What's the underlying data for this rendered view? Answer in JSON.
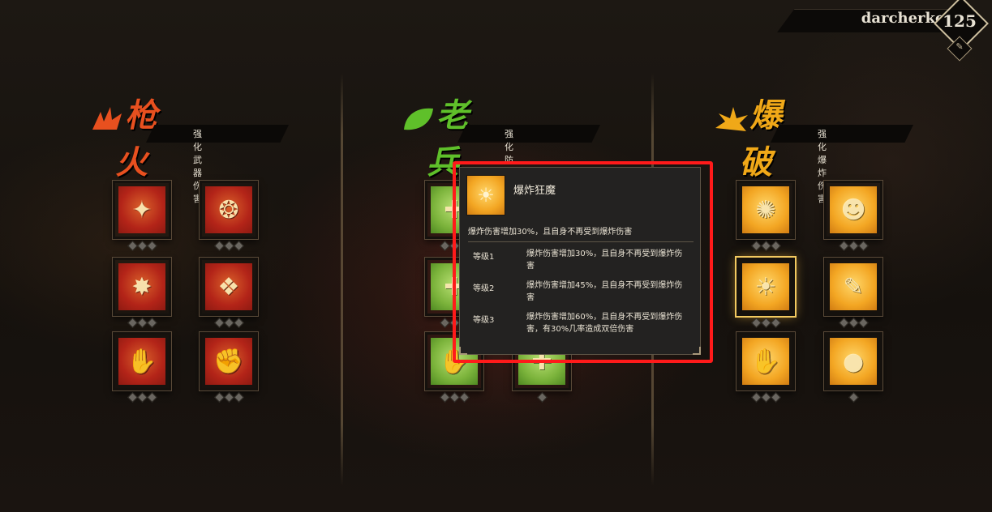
{
  "player": {
    "name": "darcherko",
    "level": "125",
    "badge_icon": "edit-icon"
  },
  "columns": [
    {
      "title": "枪火",
      "subtitle": "强化武器伤害",
      "accent": "#e8501f",
      "emblem_icon": "flame-icon",
      "skills": [
        {
          "icon": "dual-pistols-icon",
          "glyph": "✦",
          "pips_on": 0,
          "pips_total": 3
        },
        {
          "icon": "revolver-cylinder-icon",
          "glyph": "❂",
          "pips_on": 0,
          "pips_total": 3
        },
        {
          "icon": "burst-shot-icon",
          "glyph": "✸",
          "pips_on": 0,
          "pips_total": 3
        },
        {
          "icon": "ammo-belt-icon",
          "glyph": "❖",
          "pips_on": 0,
          "pips_total": 3
        },
        {
          "icon": "reload-hand-icon",
          "glyph": "✋",
          "pips_on": 0,
          "pips_total": 3
        },
        {
          "icon": "punch-fist-icon",
          "glyph": "✊",
          "pips_on": 0,
          "pips_total": 3
        }
      ]
    },
    {
      "title": "老兵",
      "subtitle": "强化防御属性",
      "accent": "#5fc02a",
      "emblem_icon": "leaf-icon",
      "skills": [
        {
          "icon": "shield-arm-icon",
          "glyph": "✚",
          "pips_on": 0,
          "pips_total": 3
        },
        {
          "icon": "hidden-icon",
          "glyph": "✚",
          "pips_on": 0,
          "pips_total": 1
        },
        {
          "icon": "armor-icon",
          "glyph": "✚",
          "pips_on": 0,
          "pips_total": 3
        },
        {
          "icon": "hidden-icon",
          "glyph": "✚",
          "pips_on": 0,
          "pips_total": 1
        },
        {
          "icon": "tough-hand-icon",
          "glyph": "✋",
          "pips_on": 0,
          "pips_total": 3
        },
        {
          "icon": "medkit-icon",
          "glyph": "✚",
          "pips_on": 0,
          "pips_total": 1
        }
      ]
    },
    {
      "title": "爆破",
      "subtitle": "强化爆炸伤害",
      "accent": "#f0a818",
      "emblem_icon": "explosion-icon",
      "skills": [
        {
          "icon": "explosion-blast-icon",
          "glyph": "✺",
          "pips_on": 0,
          "pips_total": 3
        },
        {
          "icon": "bomb-face-icon",
          "glyph": "☻",
          "pips_on": 0,
          "pips_total": 3
        },
        {
          "icon": "explosion-maniac-icon",
          "glyph": "☀",
          "pips_on": 0,
          "pips_total": 3,
          "active": true
        },
        {
          "icon": "grenade-throw-icon",
          "glyph": "✎",
          "pips_on": 0,
          "pips_total": 3
        },
        {
          "icon": "blast-hand-icon",
          "glyph": "✋",
          "pips_on": 0,
          "pips_total": 3
        },
        {
          "icon": "bomb-icon",
          "glyph": "●",
          "pips_on": 0,
          "pips_total": 1
        }
      ]
    }
  ],
  "tooltip": {
    "icon": "explosion-maniac-icon",
    "name": "爆炸狂魔",
    "description": "爆炸伤害增加30%，且自身不再受到爆炸伤害",
    "levels": [
      {
        "label": "等级1",
        "text": "爆炸伤害增加30%，且自身不再受到爆炸伤害"
      },
      {
        "label": "等级2",
        "text": "爆炸伤害增加45%，且自身不再受到爆炸伤害"
      },
      {
        "label": "等级3",
        "text": "爆炸伤害增加60%，且自身不再受到爆炸伤害，有30%几率造成双倍伤害"
      }
    ],
    "highlight_color": "#ff1a1a"
  }
}
